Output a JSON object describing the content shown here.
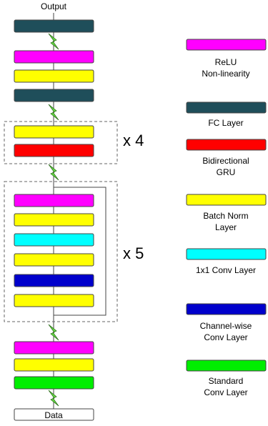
{
  "colors": {
    "relu": "#ff00ff",
    "fc": "#1f4e5a",
    "gru": "#ff0000",
    "batchnorm": "#ffff00",
    "conv1x1": "#00ffff",
    "channelwise": "#0000cc",
    "standard": "#00ee00",
    "data": "#ffffff",
    "arrow": "#66dd44"
  },
  "architecture": {
    "output_label": "Output",
    "input_label": "Data",
    "repeat_gru_label": "x 4",
    "repeat_conv_label": "x 5",
    "top_stack": [
      "fc",
      "relu",
      "batchnorm",
      "fc"
    ],
    "gru_block": [
      "batchnorm",
      "gru"
    ],
    "conv_block": [
      "relu",
      "batchnorm",
      "conv1x1",
      "batchnorm",
      "channelwise",
      "batchnorm"
    ],
    "bottom_stack": [
      "relu",
      "batchnorm",
      "standard"
    ]
  },
  "legend": [
    {
      "type": "relu",
      "icon": "magenta-swatch",
      "lines": [
        "ReLU",
        "Non-linearity"
      ]
    },
    {
      "type": "fc",
      "icon": "teal-swatch",
      "lines": [
        "FC Layer"
      ]
    },
    {
      "type": "gru",
      "icon": "red-swatch",
      "lines": [
        "Bidirectional",
        "GRU"
      ]
    },
    {
      "type": "batchnorm",
      "icon": "yellow-swatch",
      "lines": [
        "Batch Norm",
        "Layer"
      ]
    },
    {
      "type": "conv1x1",
      "icon": "cyan-swatch",
      "lines": [
        "1x1 Conv Layer"
      ]
    },
    {
      "type": "channelwise",
      "icon": "blue-swatch",
      "lines": [
        "Channel-wise",
        "Conv Layer"
      ]
    },
    {
      "type": "standard",
      "icon": "green-swatch",
      "lines": [
        "Standard",
        "Conv Layer"
      ]
    }
  ]
}
